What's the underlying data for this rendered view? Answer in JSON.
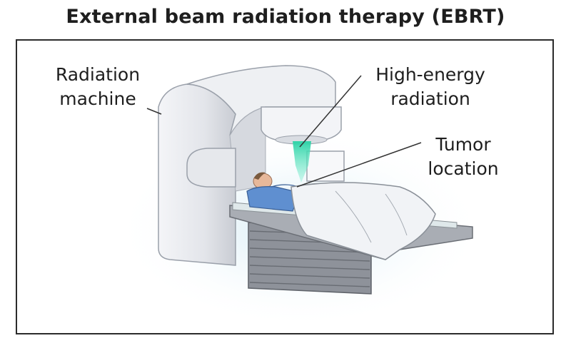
{
  "title": "External beam radiation therapy (EBRT)",
  "labels": {
    "machine": [
      "Radiation",
      "machine"
    ],
    "radiation": [
      "High-energy",
      "radiation"
    ],
    "tumor": [
      "Tumor",
      "location"
    ]
  },
  "colors": {
    "machine": "#e9eaee",
    "beam": "#3fdcb4",
    "patient_gown": "#5f8fd0",
    "table": "#8e929a"
  }
}
